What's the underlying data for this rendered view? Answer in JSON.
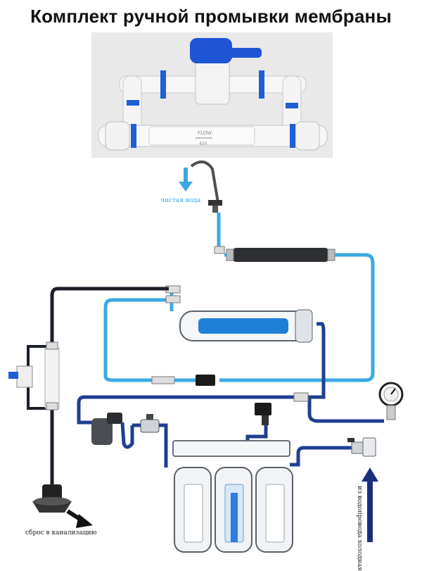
{
  "title": "Комплект ручной промывки мембраны",
  "photo": {
    "flow_label": "FLOW",
    "flow_value": "420"
  },
  "labels": {
    "clean_water": "чистая вода",
    "drain": "сброс в канализацию",
    "inlet": "из водопровода холодная"
  },
  "colors": {
    "water_light": "#3aa9e3",
    "water_dark": "#1f3f8f",
    "drain_line": "#1c1f2a",
    "arrow_blue": "#3aa9e3",
    "arrow_navy": "#1c2f7a"
  }
}
